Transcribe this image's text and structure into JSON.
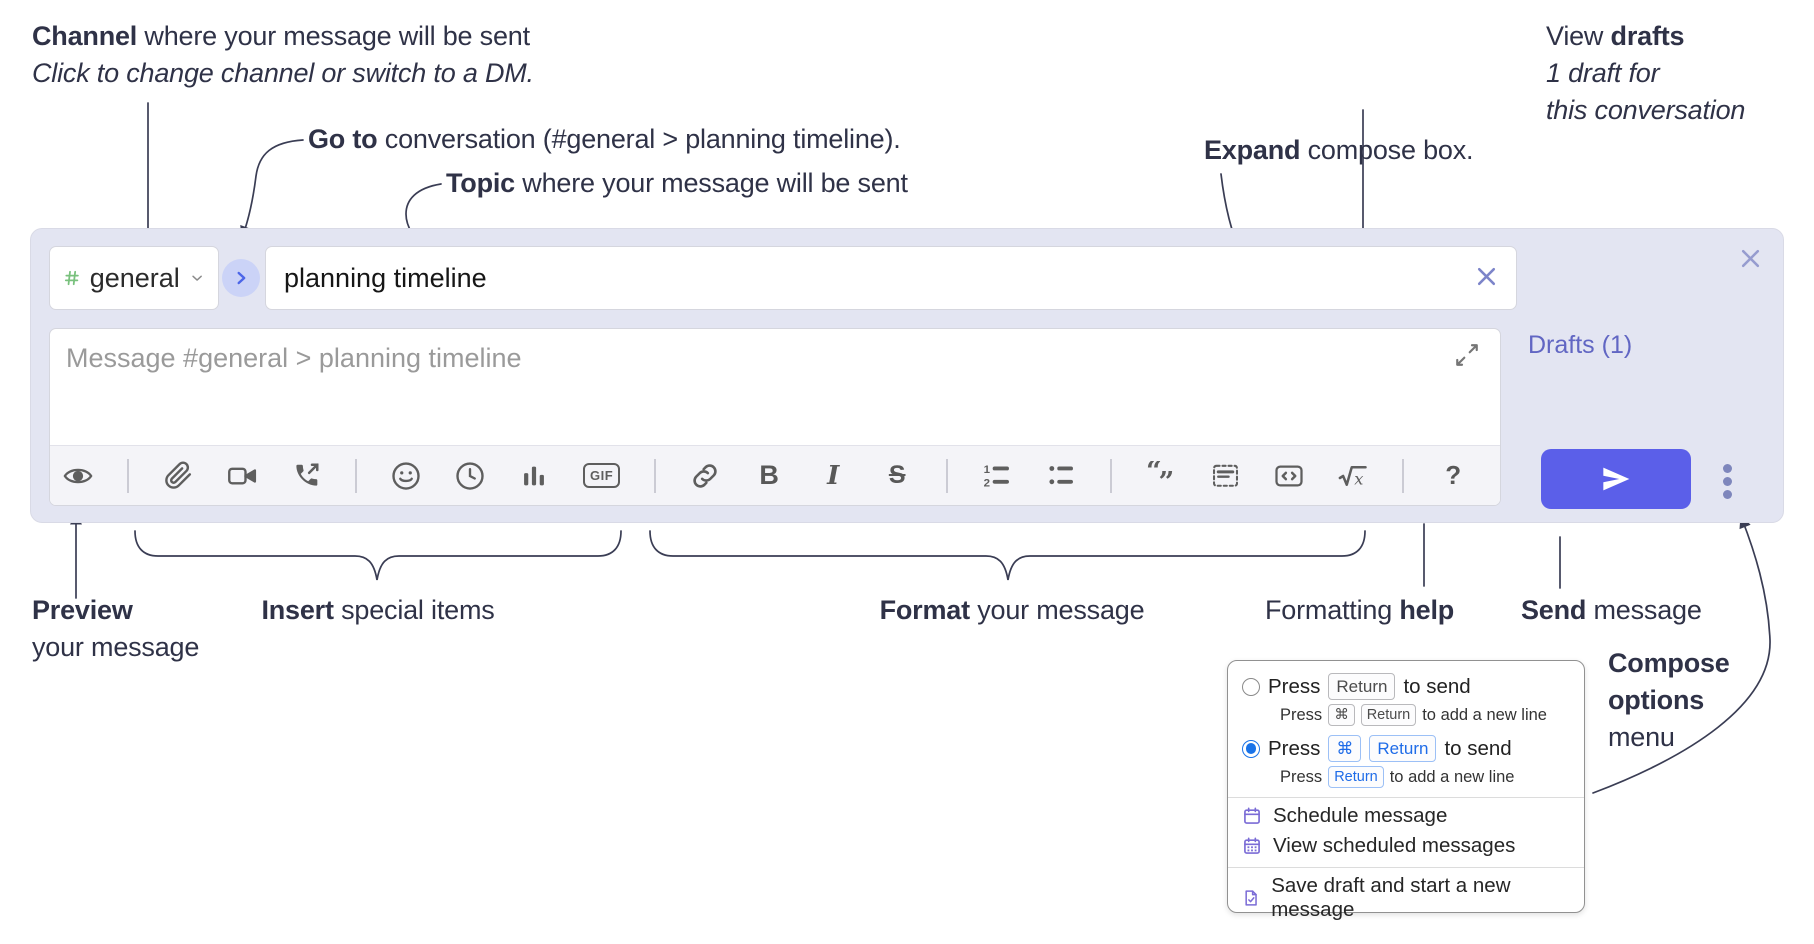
{
  "annotations": {
    "channel": {
      "bold": "Channel",
      "rest": " where your message will be sent",
      "italic": "Click to change channel or switch to a DM."
    },
    "goto": {
      "bold": "Go to",
      "rest": " conversation (#general > planning timeline)."
    },
    "topic": {
      "bold": "Topic",
      "rest": " where your message will be sent"
    },
    "expand": {
      "bold": "Expand",
      "rest": " compose box."
    },
    "drafts": {
      "line1_pre": "View ",
      "line1_bold": "drafts",
      "line2": "1 draft for",
      "line3": "this conversation"
    },
    "preview": {
      "bold": "Preview",
      "line2": "your message"
    },
    "insert": {
      "bold": "Insert",
      "rest": " special items"
    },
    "format": {
      "bold": "Format",
      "rest": " your message"
    },
    "formatting_help": {
      "pre": "Formatting ",
      "bold": "help"
    },
    "send": {
      "bold": "Send",
      "rest": " message"
    },
    "compose_options": {
      "line1": "Compose",
      "line2": "options",
      "line3": "menu"
    }
  },
  "compose": {
    "channel_selector": {
      "hash": "#",
      "label": "general"
    },
    "topic_input": {
      "value": "planning timeline"
    },
    "message_input": {
      "placeholder": "Message #general > planning timeline"
    },
    "drafts_link": "Drafts (1)",
    "toolbar_labels": {
      "gif": "GIF",
      "bold": "B",
      "italic": "I",
      "strike": "S",
      "ol_1": "1",
      "ol_2": "2",
      "quote_open": "“",
      "quote_close": "”",
      "math_variable": "x",
      "help": "?"
    },
    "toolbar_icons": [
      "preview-eye",
      "attach-paperclip",
      "video-call",
      "voice-call",
      "emoji",
      "time",
      "poll",
      "gif",
      "link",
      "bold",
      "italic",
      "strikethrough",
      "numbered-list",
      "bulleted-list",
      "quote",
      "spoiler",
      "code",
      "math",
      "help"
    ]
  },
  "popup": {
    "opt1": {
      "press": "Press",
      "key": "Return",
      "to": "to send"
    },
    "opt1_sub": {
      "press": "Press",
      "key1": "⌘",
      "key2": "Return",
      "to": "to add a new line"
    },
    "opt2": {
      "press": "Press",
      "key1": "⌘",
      "key2": "Return",
      "to": "to send"
    },
    "opt2_sub": {
      "press": "Press",
      "key": "Return",
      "to": "to add a new line"
    },
    "item_schedule": "Schedule message",
    "item_view_scheduled": "View scheduled messages",
    "item_save_draft": "Save draft and start a new message"
  },
  "colors": {
    "compose_bg": "#e3e5f2",
    "accent_send": "#5b5fe9",
    "drafts_link": "#6166c3",
    "channel_hash_green": "#79c17d",
    "goto_circle_bg": "#cbd3f7",
    "goto_chevron_blue": "#4c66e8",
    "radio_selected_blue": "#1a73e8",
    "popup_icon_purple": "#7b6cd6",
    "toolbar_icon_gray": "#5e5e5e",
    "annotation_navy": "#2f3247"
  }
}
